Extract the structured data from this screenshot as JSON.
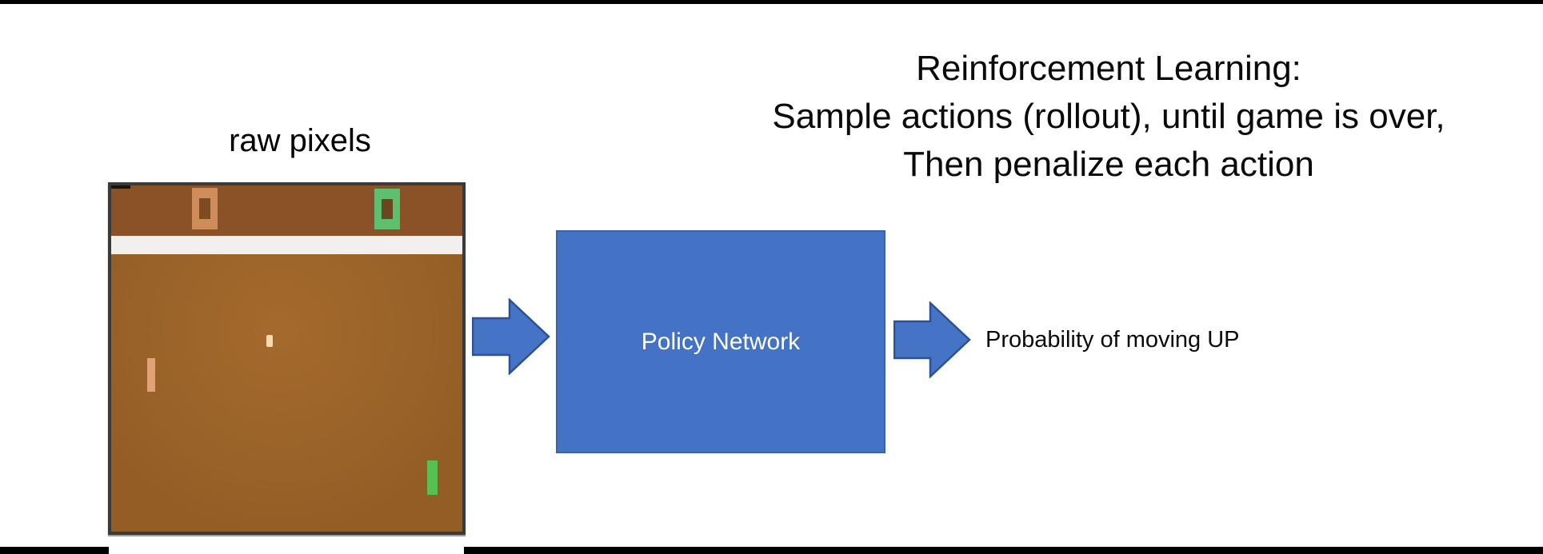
{
  "slide": {
    "title_lines": [
      "Reinforcement Learning:",
      "Sample actions (rollout), until game is over,",
      "Then penalize each action"
    ],
    "raw_pixels_label": "raw pixels",
    "policy_box_label": "Policy Network",
    "output_label": "Probability of moving UP"
  },
  "game": {
    "left_score": "0",
    "right_score": "0"
  },
  "colors": {
    "policy_box_fill": "#4472c4",
    "policy_box_border": "#3b62a5",
    "arrow_fill": "#4573c6",
    "arrow_border": "#2c5292",
    "game_border": "#3a3a3a",
    "game_score_area_bg": "#8a5226",
    "game_field_bg": "#9d6428",
    "game_white_band": "#f2f0ee",
    "left_score_color": "#d18c5c",
    "right_score_color": "#5dbf6f",
    "ball_color": "#f5dcad",
    "left_paddle_color": "#e2a277",
    "right_paddle_color": "#56c055",
    "top_bottom_bars": "#000000"
  }
}
